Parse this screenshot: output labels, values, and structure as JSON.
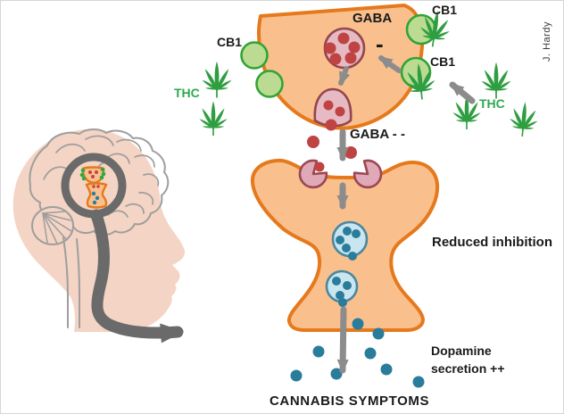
{
  "credit": "J. Hardy",
  "presynaptic_terminal": {
    "gaba_vesicle_label": "GABA",
    "cb1_left_label": "CB1",
    "cb1_top_right_label": "CB1",
    "cb1_mid_right_label": "CB1",
    "inhibition_sign": "-"
  },
  "thc": {
    "left_label": "THC",
    "right_label": "THC"
  },
  "synaptic_cleft": {
    "gaba_release_label": "GABA - -"
  },
  "postsynaptic_neuron": {
    "reduced_inhibition_label": "Reduced inhibition",
    "dopamine_label_line1": "Dopamine",
    "dopamine_label_line2": "secretion ++"
  },
  "footer": {
    "cannabis_symptoms_label": "CANNABIS SYMPTOMS"
  },
  "icons": {
    "cannabis_leaf": "cannabis-leaf-icon",
    "magnifier": "magnifier-icon",
    "arrow": "arrow-icon"
  },
  "colors": {
    "neuron_fill": "#f9c08e",
    "neuron_stroke": "#e5791c",
    "gaba_vesicle_fill": "#e6bac3",
    "gaba_vesicle_stroke": "#96454e",
    "gaba_dot": "#bf4343",
    "cb1_receptor_fill": "#bcdb92",
    "cb1_receptor_stroke": "#31a434",
    "cannabis_leaf_green": "#2f9e41",
    "thc_text_green": "#2fa84f",
    "dopamine_vesicle_fill": "#c9e6f0",
    "dopamine_vesicle_stroke": "#4a87a0",
    "dopamine_dot": "#2a7c9b",
    "arrow_gray": "#8c8c8c",
    "magnifier_gray": "#6a6a6a",
    "head_fill": "#f4d4c4",
    "brain_line_gray": "#9e9e9e",
    "text_black": "#1a1a1a"
  }
}
